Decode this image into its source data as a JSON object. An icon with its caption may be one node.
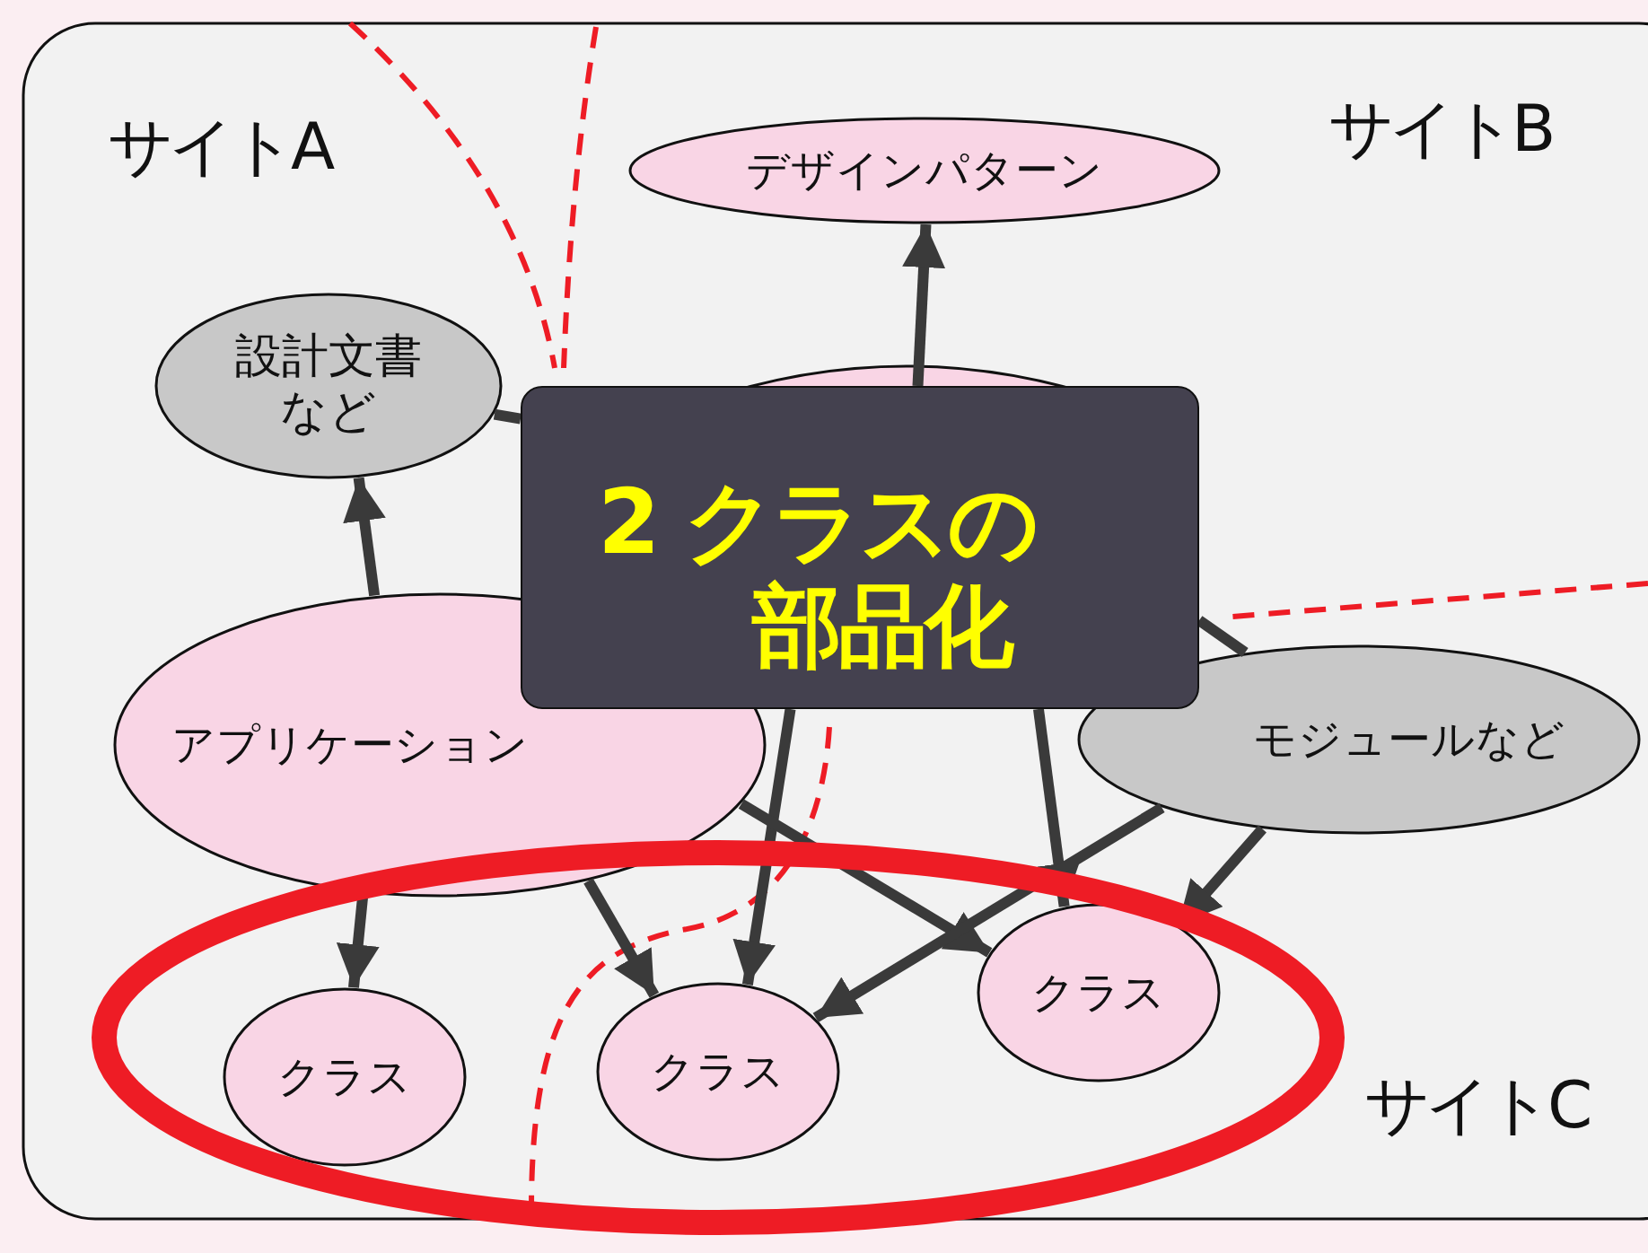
{
  "diagram": {
    "nodes": [
      {
        "text": [
          "デザインパターン"
        ]
      },
      {
        "text": [
          "設計文書など"
        ]
      },
      {
        "text": [
          "2 クラスの",
          "部品化"
        ]
      },
      {
        "text": [
          "アプリケーション"
        ]
      },
      {
        "text": [
          "モジュールなど"
        ]
      },
      {
        "text": [
          "クラス"
        ]
      },
      {
        "text": [
          "クラス"
        ]
      },
      {
        "text": [
          "クラス"
        ]
      },
      {
        "text": [],
        "shape": "ellipse"
      }
    ],
    "edges": [
      {
        "from": 3,
        "to": 1,
        "arrow": "to"
      },
      {
        "from": 2,
        "to": 0,
        "arrow": "to"
      },
      {
        "from": 1,
        "to": 2,
        "arrow": "none"
      },
      {
        "from": 3,
        "to": 5,
        "arrow": "to"
      },
      {
        "from": 3,
        "to": 6,
        "arrow": "to"
      },
      {
        "from": 2,
        "to": 6,
        "arrow": "to"
      },
      {
        "from": 3,
        "to": 7,
        "arrow": "to"
      },
      {
        "from": 2,
        "to": 7,
        "arrow": "to"
      },
      {
        "from": 4,
        "to": 6,
        "arrow": "to"
      },
      {
        "from": 4,
        "to": 7,
        "arrow": "to"
      },
      {
        "from": 2,
        "to": 4,
        "arrow": "none"
      }
    ],
    "labels": [
      "サイトA",
      "サイトB",
      "サイトC"
    ]
  }
}
